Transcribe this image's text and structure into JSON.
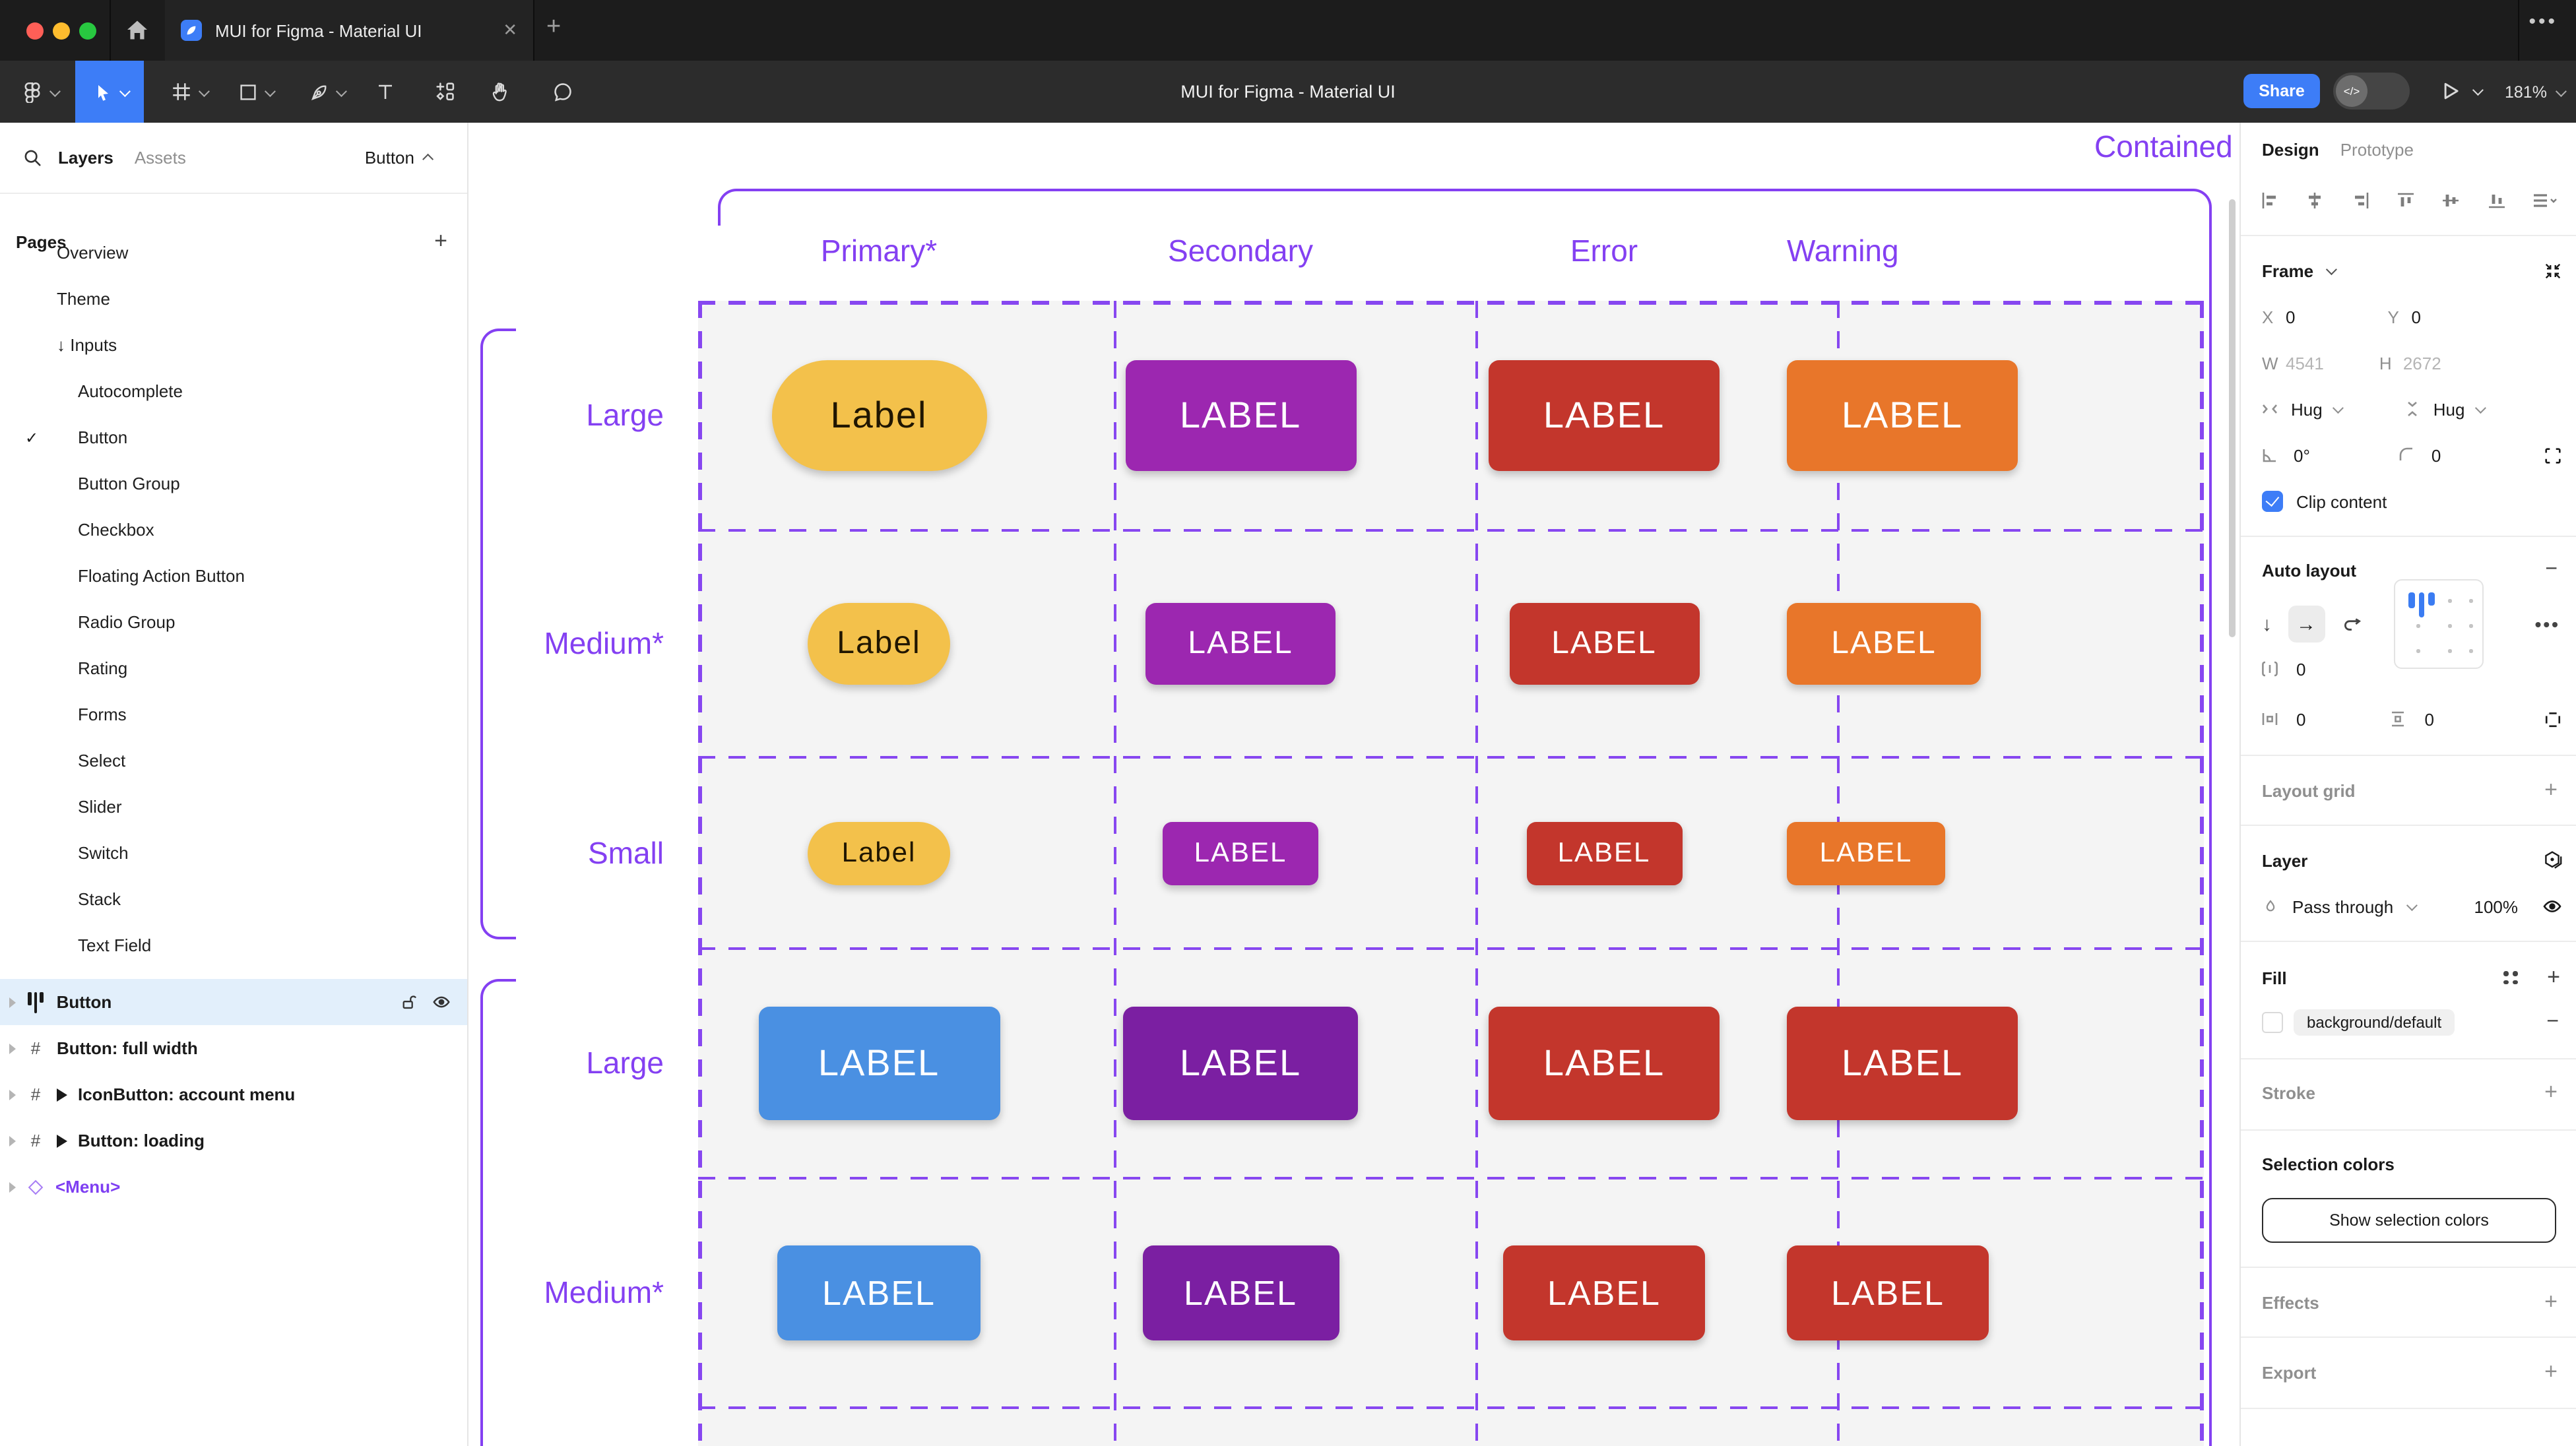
{
  "window": {
    "tab_title": "MUI for Figma - Material UI",
    "tab_close": "✕",
    "new_tab": "+",
    "menu_dots": "•••",
    "traffic_colors": {
      "close": "#ff5f57",
      "min": "#febc2e",
      "max": "#28c840"
    }
  },
  "toolbar": {
    "doc_title": "MUI for Figma - Material UI",
    "share_label": "Share",
    "dev_toggle_label": "</>",
    "zoom_level": "181%"
  },
  "sidebar": {
    "tab_layers": "Layers",
    "tab_assets": "Assets",
    "selection_label": "Button",
    "pages_header": "Pages",
    "pages": [
      {
        "label": "Overview",
        "pad": 0
      },
      {
        "label": "Theme",
        "pad": 0
      },
      {
        "label": "Inputs",
        "pad": 0,
        "prefix": "↓ "
      },
      {
        "label": "Autocomplete",
        "pad": 16
      },
      {
        "label": "Button",
        "pad": 16,
        "check": "✓"
      },
      {
        "label": "Button Group",
        "pad": 16
      },
      {
        "label": "Checkbox",
        "pad": 16
      },
      {
        "label": "Floating Action Button",
        "pad": 16
      },
      {
        "label": "Radio Group",
        "pad": 16
      },
      {
        "label": "Rating",
        "pad": 16
      },
      {
        "label": "Forms",
        "pad": 16
      },
      {
        "label": "Select",
        "pad": 16
      },
      {
        "label": "Slider",
        "pad": 16
      },
      {
        "label": "Switch",
        "pad": 16
      },
      {
        "label": "Stack",
        "pad": 16
      },
      {
        "label": "Text Field",
        "pad": 16
      }
    ],
    "layers": [
      {
        "label": "Button"
      },
      {
        "label": "Button: full width"
      },
      {
        "label": "IconButton: account menu"
      },
      {
        "label": "Button: loading"
      },
      {
        "label": "<Menu>"
      }
    ]
  },
  "canvas": {
    "section_title": "Contained",
    "columns": [
      "Primary*",
      "Secondary",
      "Error",
      "Warning"
    ],
    "rows": [
      {
        "label": "Large",
        "h": 174,
        "buttons": [
          {
            "text": "Label",
            "bg": "#F3C14B",
            "fg": "#201600",
            "w": 163,
            "h": 84,
            "r": 42,
            "fs": 28
          },
          {
            "text": "LABEL",
            "bg": "#9C27B0",
            "fg": "#FFFFFF",
            "w": 175,
            "h": 84,
            "r": 8,
            "fs": 28
          },
          {
            "text": "LABEL",
            "bg": "#C3362C",
            "fg": "#FFFFFF",
            "w": 175,
            "h": 84,
            "r": 8,
            "fs": 28
          },
          {
            "text": "LABEL",
            "bg": "#E8762A",
            "fg": "#FFFFFF",
            "w": 175,
            "h": 84,
            "r": 8,
            "fs": 28
          }
        ]
      },
      {
        "label": "Medium*",
        "h": 172,
        "buttons": [
          {
            "text": "Label",
            "bg": "#F3C14B",
            "fg": "#201600",
            "w": 108,
            "h": 62,
            "r": 31,
            "fs": 24
          },
          {
            "text": "LABEL",
            "bg": "#9C27B0",
            "fg": "#FFFFFF",
            "w": 144,
            "h": 62,
            "r": 8,
            "fs": 24
          },
          {
            "text": "LABEL",
            "bg": "#C3362C",
            "fg": "#FFFFFF",
            "w": 144,
            "h": 62,
            "r": 8,
            "fs": 24
          },
          {
            "text": "LABEL",
            "bg": "#E8762A",
            "fg": "#FFFFFF",
            "w": 147,
            "h": 62,
            "r": 8,
            "fs": 24
          }
        ]
      },
      {
        "label": "Small",
        "h": 145,
        "buttons": [
          {
            "text": "Label",
            "bg": "#F3C14B",
            "fg": "#201600",
            "w": 108,
            "h": 48,
            "r": 24,
            "fs": 21
          },
          {
            "text": "LABEL",
            "bg": "#9C27B0",
            "fg": "#FFFFFF",
            "w": 118,
            "h": 48,
            "r": 7,
            "fs": 21
          },
          {
            "text": "LABEL",
            "bg": "#C3362C",
            "fg": "#FFFFFF",
            "w": 118,
            "h": 48,
            "r": 7,
            "fs": 21
          },
          {
            "text": "LABEL",
            "bg": "#E8762A",
            "fg": "#FFFFFF",
            "w": 120,
            "h": 48,
            "r": 7,
            "fs": 21
          }
        ]
      },
      {
        "label": "Large",
        "h": 174,
        "buttons": [
          {
            "text": "LABEL",
            "bg": "#4A90E2",
            "fg": "#FFFFFF",
            "w": 183,
            "h": 86,
            "r": 8,
            "fs": 28
          },
          {
            "text": "LABEL",
            "bg": "#7B1FA2",
            "fg": "#FFFFFF",
            "w": 178,
            "h": 86,
            "r": 8,
            "fs": 28
          },
          {
            "text": "LABEL",
            "bg": "#C3362C",
            "fg": "#FFFFFF",
            "w": 175,
            "h": 86,
            "r": 8,
            "fs": 28
          },
          {
            "text": "LABEL",
            "bg": "#C3362C",
            "fg": "#FFFFFF",
            "w": 175,
            "h": 86,
            "r": 8,
            "fs": 28
          }
        ]
      },
      {
        "label": "Medium*",
        "h": 174,
        "buttons": [
          {
            "text": "LABEL",
            "bg": "#4A90E2",
            "fg": "#FFFFFF",
            "w": 154,
            "h": 72,
            "r": 8,
            "fs": 26
          },
          {
            "text": "LABEL",
            "bg": "#7B1FA2",
            "fg": "#FFFFFF",
            "w": 149,
            "h": 72,
            "r": 8,
            "fs": 26
          },
          {
            "text": "LABEL",
            "bg": "#C3362C",
            "fg": "#FFFFFF",
            "w": 153,
            "h": 72,
            "r": 8,
            "fs": 26
          },
          {
            "text": "LABEL",
            "bg": "#C3362C",
            "fg": "#FFFFFF",
            "w": 153,
            "h": 72,
            "r": 8,
            "fs": 26
          }
        ]
      }
    ],
    "accent_purple": "#8440F2"
  },
  "inspector": {
    "tab_design": "Design",
    "tab_prototype": "Prototype",
    "frame": {
      "title": "Frame",
      "x_label": "X",
      "x": "0",
      "y_label": "Y",
      "y": "0",
      "w_label": "W",
      "w": "4541",
      "h_label": "H",
      "h": "2672",
      "hug_h": "Hug",
      "hug_v": "Hug",
      "rotation": "0°",
      "radius": "0",
      "clip_label": "Clip content"
    },
    "auto_layout": {
      "title": "Auto layout",
      "gap": "0",
      "pad_h": "0",
      "pad_v": "0",
      "more": "•••"
    },
    "layout_grid": {
      "title": "Layout grid"
    },
    "layer": {
      "title": "Layer",
      "blend": "Pass through",
      "opacity": "100%"
    },
    "fill": {
      "title": "Fill",
      "token": "background/default"
    },
    "stroke": {
      "title": "Stroke"
    },
    "selection_colors": {
      "title": "Selection colors",
      "button_label": "Show selection colors"
    },
    "effects": {
      "title": "Effects"
    },
    "export": {
      "title": "Export"
    },
    "accent_blue": "#3D7DF7"
  }
}
